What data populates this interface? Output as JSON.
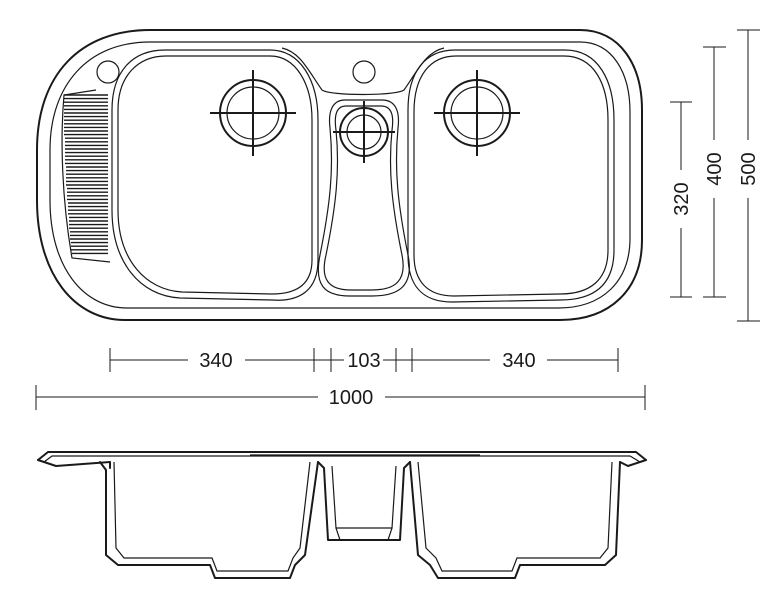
{
  "dimensions": {
    "left_bowl_width": "340",
    "middle_bowl_width": "103",
    "right_bowl_width": "340",
    "overall_width": "1000",
    "bowl_depth": "320",
    "bowl_height_outer": "400",
    "overall_depth": "500"
  },
  "colors": {
    "line": "#1a1a1a",
    "background": "#ffffff"
  }
}
